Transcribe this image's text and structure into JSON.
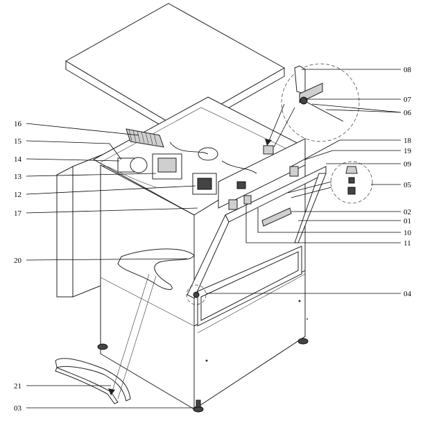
{
  "callouts": [
    {
      "id": "08",
      "text": "08"
    },
    {
      "id": "07",
      "text": "07"
    },
    {
      "id": "06",
      "text": "06"
    },
    {
      "id": "18",
      "text": "18"
    },
    {
      "id": "19",
      "text": "19"
    },
    {
      "id": "09",
      "text": "09"
    },
    {
      "id": "05",
      "text": "05"
    },
    {
      "id": "02",
      "text": "02"
    },
    {
      "id": "01",
      "text": "01"
    },
    {
      "id": "10",
      "text": "10"
    },
    {
      "id": "11",
      "text": "11"
    },
    {
      "id": "04",
      "text": "04"
    },
    {
      "id": "16",
      "text": "16"
    },
    {
      "id": "15",
      "text": "15"
    },
    {
      "id": "14",
      "text": "14"
    },
    {
      "id": "13",
      "text": "13"
    },
    {
      "id": "12",
      "text": "12"
    },
    {
      "id": "17",
      "text": "17"
    },
    {
      "id": "20",
      "text": "20"
    },
    {
      "id": "21",
      "text": "21"
    },
    {
      "id": "03",
      "text": "03"
    }
  ]
}
